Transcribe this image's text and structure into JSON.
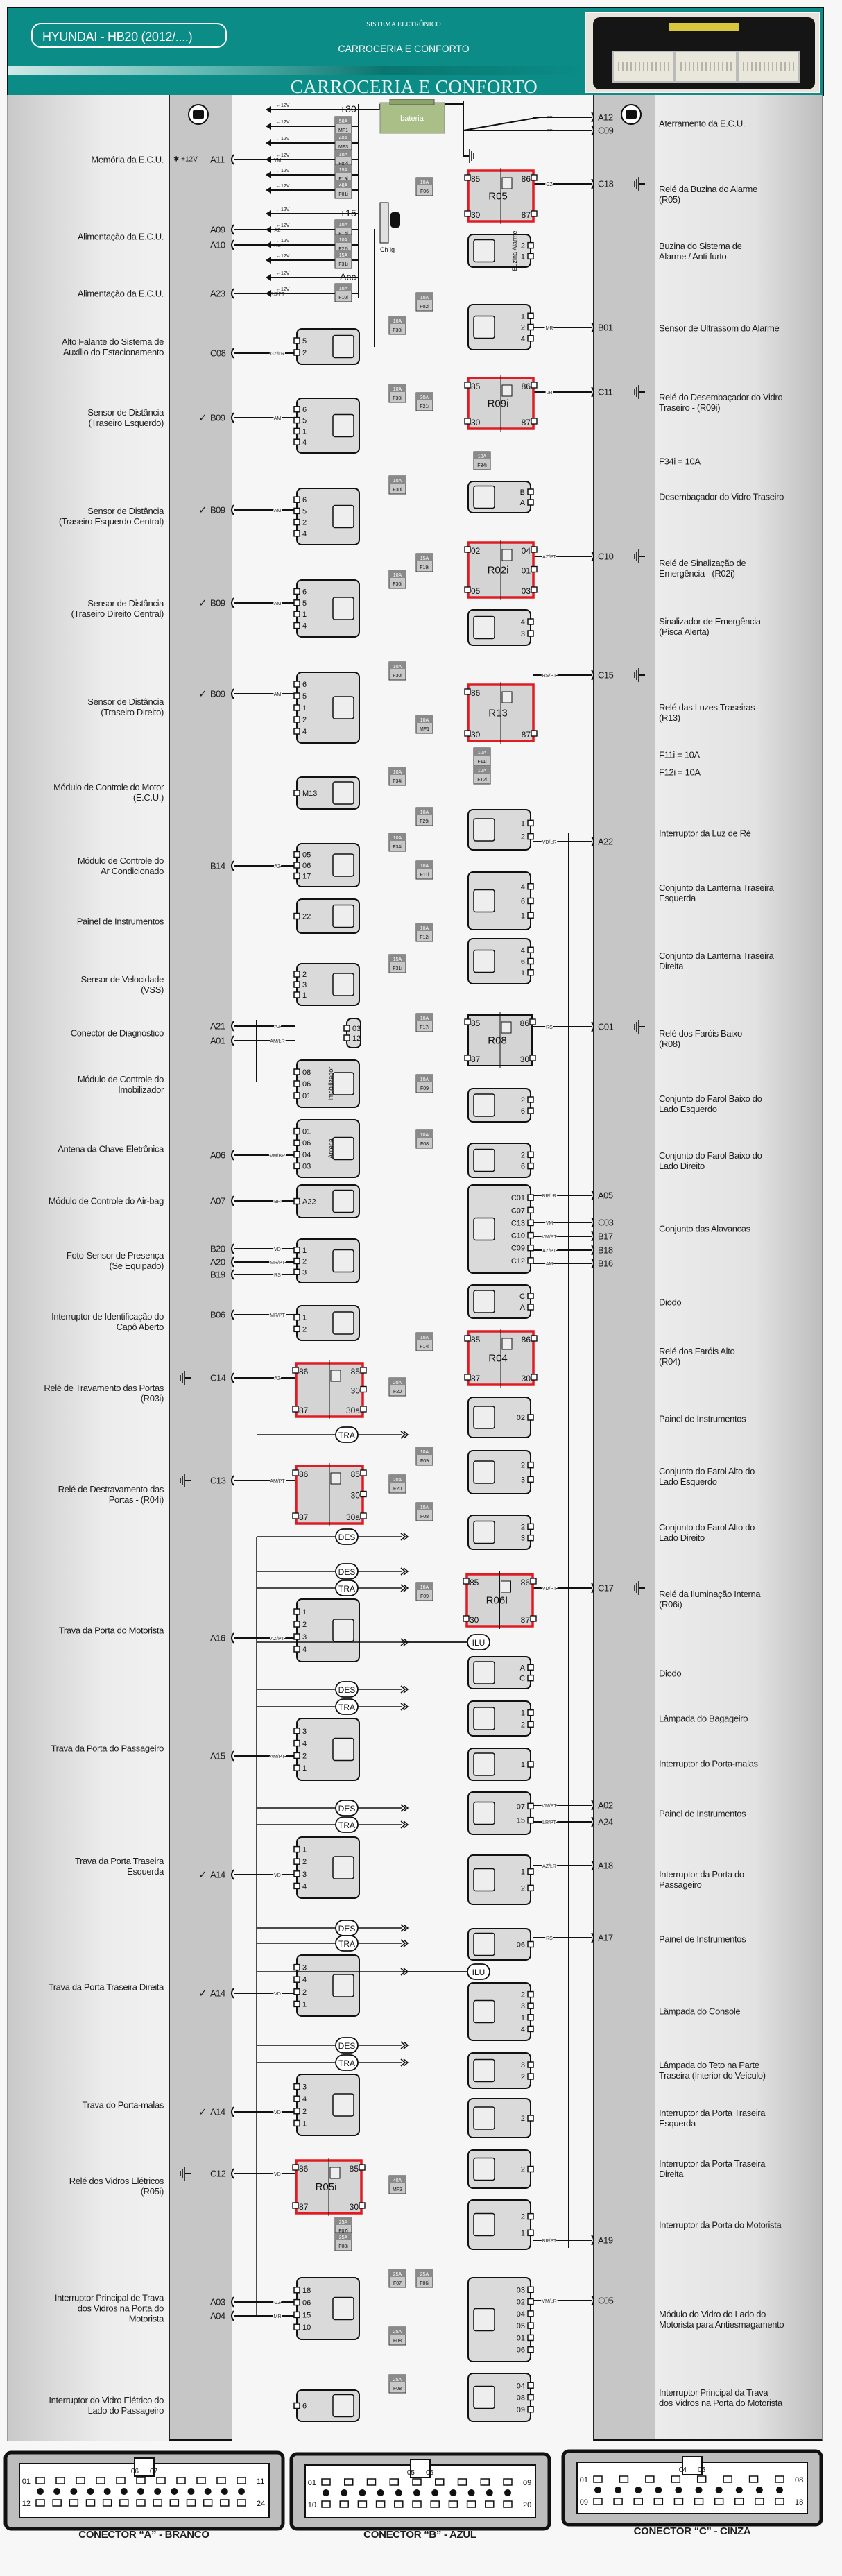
{
  "header": {
    "brand": "HYUNDAI - HB20  (2012/....)",
    "system": "SISTEMA ELETRÔNICO",
    "subtitle": "CARROCERIA E CONFORTO",
    "title": "CARROCERIA E CONFORTO"
  },
  "left_labels": [
    "Memória da E.C.U.",
    "Alimentação da E.C.U.",
    "Alimentação da E.C.U.",
    "Alto Falante do Sistema de\nAuxílio do Estacionamento",
    "Sensor de Distância\n(Traseiro Esquerdo)",
    "Sensor de Distância\n(Traseiro Esquerdo Central)",
    "Sensor de Distância\n(Traseiro Direito Central)",
    "Sensor de Distância\n(Traseiro Direito)",
    "Módulo de Controle do Motor\n(E.C.U.)",
    "Módulo de Controle do\nAr Condicionado",
    "Painel de Instrumentos",
    "Sensor de Velocidade\n(VSS)",
    "Conector de Diagnóstico",
    "Módulo de Controle do\nImobilizador",
    "Antena da Chave Eletrônica",
    "Módulo de Controle do Air-bag",
    "Foto-Sensor de Presença\n(Se Equipado)",
    "Interruptor de Identificação do\nCapô Aberto",
    "Relé de Travamento das Portas\n(R03i)",
    "Relé de Destravamento das\nPortas - (R04i)",
    "Trava da Porta do Motorista",
    "Trava da Porta do Passageiro",
    "Trava da Porta Traseira\nEsquerda",
    "Trava da Porta Traseira Direita",
    "Trava do Porta-malas",
    "Relé dos Vidros Elétricos\n(R05i)",
    "Interruptor Principal de Trava\ndos Vidros na Porta do\nMotorista",
    "Interruptor do Vidro Elétrico do\nLado do Passageiro"
  ],
  "right_labels": [
    "Aterramento da E.C.U.",
    "Relé da Buzina do Alarme\n(R05)",
    "Buzina do Sistema de\nAlarme / Anti-furto",
    "Sensor de Ultrassom do Alarme",
    "Relé do Desembaçador do Vidro\nTraseiro - (R09i)",
    "F34i = 10A",
    "Desembaçador do Vidro Traseiro",
    "Relé de Sinalização de\nEmergência - (R02i)",
    "Sinalizador de Emergência\n(Pisca Alerta)",
    "Relé das Luzes Traseiras\n(R13)",
    "F11i = 10A",
    "F12i = 10A",
    "Interruptor da Luz de Ré",
    "Conjunto da Lanterna Traseira\nEsquerda",
    "Conjunto da Lanterna Traseira\nDireita",
    "Relé dos Faróis Baixo\n(R08)",
    "Conjunto do Farol Baixo do\nLado Esquerdo",
    "Conjunto do Farol Baixo do\nLado Direito",
    "Conjunto das Alavancas",
    "Diodo",
    "Relé dos Faróis Alto\n(R04)",
    "Painel de Instrumentos",
    "Conjunto do Farol Alto do\nLado Esquerdo",
    "Conjunto do Farol Alto do\nLado Direito",
    "Relé da Iluminação Interna\n(R06i)",
    "Diodo",
    "Lâmpada do Bagageiro",
    "Interruptor do Porta-malas",
    "Painel de Instrumentos",
    "Interruptor da Porta do\nPassageiro",
    "Painel de Instrumentos",
    "Lâmpada do Console",
    "Lâmpada do Teto na Parte\nTraseira (Interior do Veículo)",
    "Interruptor da Porta Traseira\nEsquerda",
    "Interruptor da Porta Traseira\nDireita",
    "Interruptor da Porta do Motorista",
    "Módulo do Vidro do Lado do\nMotorista para Antiesmagamento",
    "Interruptor Principal da Trava\ndos Vidros na Porta do Motorista"
  ],
  "left_pins": [
    {
      "code": "A11",
      "wire": "VM",
      "mark": "✱ +12V"
    },
    {
      "code": "A09",
      "wire": "AZ"
    },
    {
      "code": "A10",
      "wire": "RS"
    },
    {
      "code": "A23",
      "wire": "RS/PT"
    },
    {
      "code": "C08",
      "wire": "CZ/LR"
    },
    {
      "code": "B09",
      "wire": "AM",
      "mark": "✓"
    },
    {
      "code": "B09",
      "wire": "AM",
      "mark": "✓"
    },
    {
      "code": "B09",
      "wire": "AM",
      "mark": "✓"
    },
    {
      "code": "B09",
      "wire": "AM",
      "mark": "✓"
    },
    {
      "code": "B14",
      "wire": "AZ"
    },
    {
      "code": "A21",
      "wire": "AZ"
    },
    {
      "code": "A01",
      "wire": "AM/LR"
    },
    {
      "code": "A06",
      "wire": "VM/BR"
    },
    {
      "code": "A07",
      "wire": "BR"
    },
    {
      "code": "B20",
      "wire": "VD"
    },
    {
      "code": "A20",
      "wire": "MR/PT"
    },
    {
      "code": "B19",
      "wire": "RS"
    },
    {
      "code": "B06",
      "wire": "MR/PT"
    },
    {
      "code": "C14",
      "wire": "AZ",
      "ground": true
    },
    {
      "code": "C13",
      "wire": "AM/PT",
      "ground": true
    },
    {
      "code": "A16",
      "wire": "AZ/PT"
    },
    {
      "code": "A15",
      "wire": "AM/PT"
    },
    {
      "code": "A14",
      "wire": "VD",
      "mark": "✓"
    },
    {
      "code": "A14",
      "wire": "VD",
      "mark": "✓"
    },
    {
      "code": "A14",
      "wire": "VD",
      "mark": "✓"
    },
    {
      "code": "C12",
      "wire": "VD",
      "ground": true
    },
    {
      "code": "A03",
      "wire": "CZ"
    },
    {
      "code": "A04",
      "wire": "MR"
    }
  ],
  "right_pins": [
    {
      "code": "A12",
      "wire": "PT"
    },
    {
      "code": "C09",
      "wire": "PT"
    },
    {
      "code": "C18",
      "wire": "CZ",
      "ground": true
    },
    {
      "code": "B01",
      "wire": "MR"
    },
    {
      "code": "C11",
      "wire": "LR",
      "ground": true
    },
    {
      "code": "C10",
      "wire": "AZ/PT",
      "ground": true
    },
    {
      "code": "C15",
      "wire": "RS/PT",
      "ground": true
    },
    {
      "code": "A22",
      "wire": "VD/LR"
    },
    {
      "code": "C01",
      "wire": "RS",
      "ground": true
    },
    {
      "code": "A05",
      "wire": "BR/LR"
    },
    {
      "code": "C03",
      "wire": "VM"
    },
    {
      "code": "B17",
      "wire": "VM/PT"
    },
    {
      "code": "B18",
      "wire": "AZ/PT"
    },
    {
      "code": "B16",
      "wire": "AM"
    },
    {
      "code": "C17",
      "wire": "VD/PT",
      "ground": true
    },
    {
      "code": "A02",
      "wire": "VM/PT"
    },
    {
      "code": "A24",
      "wire": "LR/PT"
    },
    {
      "code": "A18",
      "wire": "AZ/LR"
    },
    {
      "code": "A17",
      "wire": "RS"
    },
    {
      "code": "A19",
      "wire": "BR/PT"
    },
    {
      "code": "C05",
      "wire": "VM/LR"
    }
  ],
  "relays": [
    {
      "name": "R05",
      "pins": [
        "85",
        "86",
        "30",
        "87",
        ""
      ]
    },
    {
      "name": "R09i",
      "pins": [
        "85",
        "86",
        "30",
        "87",
        ""
      ]
    },
    {
      "name": "R02i",
      "pins": [
        "02",
        "04",
        "05",
        "03",
        "01"
      ]
    },
    {
      "name": "R13",
      "pins": [
        "86",
        "",
        "30",
        "87",
        ""
      ]
    },
    {
      "name": "R08",
      "pins": [
        "85",
        "86",
        "87",
        "30",
        ""
      ]
    },
    {
      "name": "R04",
      "pins": [
        "85",
        "86",
        "87",
        "30",
        ""
      ]
    },
    {
      "name": "",
      "pins": [
        "86",
        "85",
        "87",
        "30a",
        "30"
      ]
    },
    {
      "name": "",
      "pins": [
        "86",
        "85",
        "87",
        "30a",
        "30"
      ]
    },
    {
      "name": "R06I",
      "pins": [
        "85",
        "86",
        "30",
        "87",
        ""
      ]
    },
    {
      "name": "R05i",
      "pins": [
        "86",
        "85",
        "87",
        "30",
        ""
      ]
    }
  ],
  "modules": [
    {
      "pins": [
        "5",
        "2"
      ]
    },
    {
      "pins": [
        "6",
        "5",
        "1",
        "4"
      ]
    },
    {
      "pins": [
        "6",
        "5",
        "2",
        "4"
      ]
    },
    {
      "pins": [
        "6",
        "5",
        "1",
        "4"
      ]
    },
    {
      "pins": [
        "6",
        "5",
        "1",
        "2",
        "4"
      ]
    },
    {
      "pins": [
        "M13"
      ]
    },
    {
      "pins": [
        "05",
        "06",
        "17"
      ]
    },
    {
      "pins": [
        "22"
      ]
    },
    {
      "pins": [
        "2",
        "3",
        "1"
      ]
    },
    {
      "pins": [
        "03",
        "12"
      ]
    },
    {
      "pins": [
        "08",
        "06",
        "01"
      ],
      "text": "Imobilizador"
    },
    {
      "pins": [
        "01",
        "06",
        "04",
        "03"
      ],
      "text": "Antena"
    },
    {
      "pins": [
        "A22"
      ]
    },
    {
      "pins": [
        "1",
        "2",
        "3"
      ]
    },
    {
      "pins": [
        "1",
        "2"
      ]
    },
    {
      "pins": [
        "1",
        "2",
        "3",
        "4"
      ]
    },
    {
      "pins": [
        "3",
        "4",
        "2",
        "1"
      ]
    },
    {
      "pins": [
        "1",
        "2",
        "3",
        "4"
      ]
    },
    {
      "pins": [
        "3",
        "4",
        "2",
        "1"
      ]
    },
    {
      "pins": [
        "3",
        "4",
        "2",
        "1"
      ]
    },
    {
      "pins": [
        "18",
        "06",
        "15",
        "10"
      ]
    },
    {
      "pins": [
        "6"
      ]
    },
    {
      "pins": [
        "2",
        "1"
      ],
      "text": "Buzina Alarme"
    },
    {
      "pins": [
        "1",
        "2",
        "4"
      ]
    },
    {
      "pins": [
        "B",
        "A"
      ]
    },
    {
      "pins": [
        "4",
        "3"
      ]
    },
    {
      "pins": [
        "1",
        "2"
      ]
    },
    {
      "pins": [
        "4",
        "6",
        "1"
      ]
    },
    {
      "pins": [
        "4",
        "6",
        "1"
      ]
    },
    {
      "pins": [
        "2",
        "6"
      ]
    },
    {
      "pins": [
        "2",
        "6"
      ]
    },
    {
      "pins": [
        "C01",
        "C07",
        "C13",
        "C10",
        "C09",
        "C12"
      ]
    },
    {
      "pins": [
        "C",
        "A"
      ]
    },
    {
      "pins": [
        "02"
      ]
    },
    {
      "pins": [
        "2",
        "3"
      ]
    },
    {
      "pins": [
        "2",
        "3"
      ]
    },
    {
      "pins": [
        "A",
        "C"
      ]
    },
    {
      "pins": [
        "1",
        "2"
      ]
    },
    {
      "pins": [
        "1"
      ]
    },
    {
      "pins": [
        "07",
        "15"
      ]
    },
    {
      "pins": [
        "1",
        "2"
      ]
    },
    {
      "pins": [
        "06"
      ]
    },
    {
      "pins": [
        "2",
        "3",
        "1",
        "4"
      ]
    },
    {
      "pins": [
        "3",
        "2"
      ]
    },
    {
      "pins": [
        "2"
      ]
    },
    {
      "pins": [
        "2"
      ]
    },
    {
      "pins": [
        "2",
        "1"
      ]
    },
    {
      "pins": [
        "03",
        "02",
        "04",
        "05",
        "01",
        "06"
      ]
    },
    {
      "pins": [
        "04",
        "08",
        "09"
      ]
    }
  ],
  "battery": "bateria",
  "ignition": "Ch ig",
  "bus_labels": [
    "+30",
    "+15",
    "Acc"
  ],
  "supply_label": "←12V",
  "fuses": [
    {
      "amp": "50A",
      "name": "MF1"
    },
    {
      "amp": "40A",
      "name": "MF3"
    },
    {
      "amp": "10A",
      "name": "F02i"
    },
    {
      "amp": "15A",
      "name": "F19i"
    },
    {
      "amp": "40A",
      "name": "F01i"
    },
    {
      "amp": "10A",
      "name": "F14i"
    },
    {
      "amp": "10A",
      "name": "F22i"
    },
    {
      "amp": "15A",
      "name": "F31i"
    },
    {
      "amp": "10A",
      "name": "F10i"
    },
    {
      "amp": "10A",
      "name": "F06"
    },
    {
      "amp": "10A",
      "name": "F02i"
    },
    {
      "amp": "10A",
      "name": "F30i"
    },
    {
      "amp": "10A",
      "name": "F30i"
    },
    {
      "amp": "30A",
      "name": "F21i"
    },
    {
      "amp": "10A",
      "name": "F34i"
    },
    {
      "amp": "10A",
      "name": "F30i"
    },
    {
      "amp": "15A",
      "name": "F19i"
    },
    {
      "amp": "10A",
      "name": "F30i"
    },
    {
      "amp": "10A",
      "name": "F30i"
    },
    {
      "amp": "10A",
      "name": "MF1"
    },
    {
      "amp": "10A",
      "name": "F11i"
    },
    {
      "amp": "10A",
      "name": "F12i"
    },
    {
      "amp": "10A",
      "name": "F34i"
    },
    {
      "amp": "10A",
      "name": "F29i"
    },
    {
      "amp": "10A",
      "name": "F34i"
    },
    {
      "amp": "10A",
      "name": "F11i"
    },
    {
      "amp": "10A",
      "name": "F12i"
    },
    {
      "amp": "15A",
      "name": "F31i"
    },
    {
      "amp": "10A",
      "name": "F17i"
    },
    {
      "amp": "10A",
      "name": "F09"
    },
    {
      "amp": "10A",
      "name": "F08"
    },
    {
      "amp": "10A",
      "name": "F14i"
    },
    {
      "amp": "20A",
      "name": "F20"
    },
    {
      "amp": "10A",
      "name": "F09"
    },
    {
      "amp": "20A",
      "name": "F20"
    },
    {
      "amp": "10A",
      "name": "F08"
    },
    {
      "amp": "10A",
      "name": "F09"
    },
    {
      "amp": "40A",
      "name": "MF3"
    },
    {
      "amp": "25A",
      "name": "F07i"
    },
    {
      "amp": "25A",
      "name": "F08i"
    },
    {
      "amp": "25A",
      "name": "F07"
    },
    {
      "amp": "25A",
      "name": "F06i"
    },
    {
      "amp": "25A",
      "name": "F08"
    },
    {
      "amp": "25A",
      "name": "F08"
    }
  ],
  "tags": [
    "TRA",
    "DES",
    "DES",
    "TRA",
    "ILU",
    "DES",
    "TRA",
    "DES",
    "TRA",
    "DES",
    "TRA",
    "ILU",
    "DES",
    "TRA"
  ],
  "connectors": [
    {
      "title": "CONECTOR “A” - BRANCO",
      "top": [
        "01",
        "06",
        "07",
        "11"
      ],
      "bottom": [
        "12",
        "24"
      ]
    },
    {
      "title": "CONECTOR “B” - AZUL",
      "top": [
        "01",
        "05",
        "06",
        "09"
      ],
      "bottom": [
        "10",
        "20"
      ]
    },
    {
      "title": "CONECTOR “C” - CINZA",
      "top": [
        "01",
        "04",
        "05",
        "08"
      ],
      "bottom": [
        "09",
        "18"
      ]
    }
  ],
  "colors": {
    "header": "#0b8c86",
    "relay_highlight": "#e01b24",
    "battery": "#a9bf87"
  }
}
